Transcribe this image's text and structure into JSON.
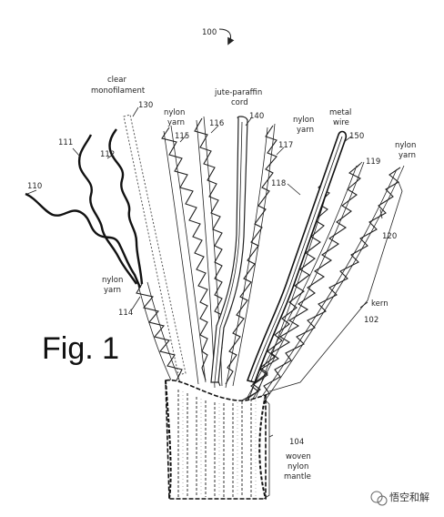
{
  "figure": {
    "ref": "100",
    "title": "Fig. 1"
  },
  "labels": [
    {
      "id": "nylon-110",
      "text": "110"
    },
    {
      "id": "nylon-111",
      "text": "111"
    },
    {
      "id": "nylon-112",
      "text": "112"
    },
    {
      "id": "mono-name-1",
      "text": "clear"
    },
    {
      "id": "mono-name-2",
      "text": "monofilament"
    },
    {
      "id": "mono-num",
      "text": "130"
    },
    {
      "id": "nylon115-name-1",
      "text": "nylon"
    },
    {
      "id": "nylon115-name-2",
      "text": "yarn"
    },
    {
      "id": "nylon115-num",
      "text": "115"
    },
    {
      "id": "num-116",
      "text": "116"
    },
    {
      "id": "jute-name-1",
      "text": "jute-paraffin"
    },
    {
      "id": "jute-name-2",
      "text": "cord"
    },
    {
      "id": "jute-num",
      "text": "140"
    },
    {
      "id": "nylon117-name-1",
      "text": "nylon"
    },
    {
      "id": "nylon117-name-2",
      "text": "yarn"
    },
    {
      "id": "nylon117-num",
      "text": "117"
    },
    {
      "id": "num-118",
      "text": "118"
    },
    {
      "id": "metal-name-1",
      "text": "metal"
    },
    {
      "id": "metal-name-2",
      "text": "wire"
    },
    {
      "id": "metal-num",
      "text": "150"
    },
    {
      "id": "num-119",
      "text": "119"
    },
    {
      "id": "nylon-right-1",
      "text": "nylon"
    },
    {
      "id": "nylon-right-2",
      "text": "yarn"
    },
    {
      "id": "num-120",
      "text": "120"
    },
    {
      "id": "nylon114-name-1",
      "text": "nylon"
    },
    {
      "id": "nylon114-name-2",
      "text": "yarn"
    },
    {
      "id": "nylon114-num",
      "text": "114"
    },
    {
      "id": "kern-name",
      "text": "kern"
    },
    {
      "id": "kern-num",
      "text": "102"
    },
    {
      "id": "mantle-num",
      "text": "104"
    },
    {
      "id": "mantle-name-1",
      "text": "woven"
    },
    {
      "id": "mantle-name-2",
      "text": "nylon"
    },
    {
      "id": "mantle-name-3",
      "text": "mantle"
    }
  ],
  "watermark": "悟空和解"
}
